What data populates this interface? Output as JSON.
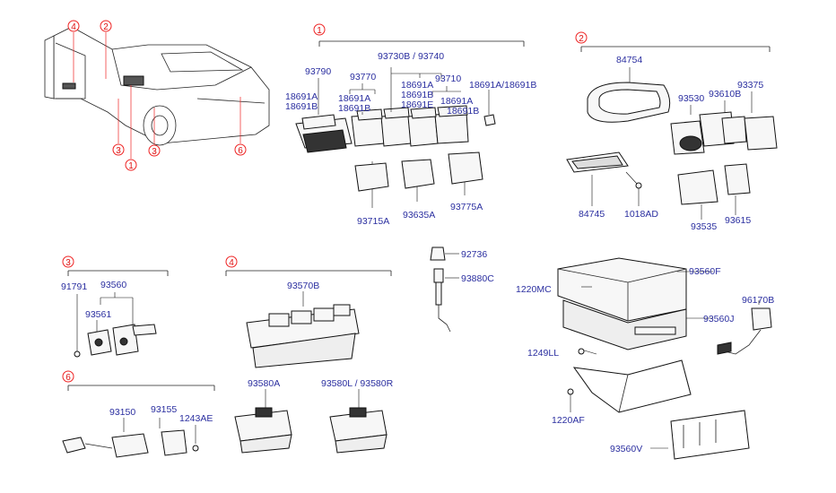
{
  "groups": {
    "g1": "1",
    "g2": "2",
    "g3": "3",
    "g4": "4",
    "g6": "6"
  },
  "car_callouts": {
    "c4": "4",
    "c2": "2",
    "c3a": "3",
    "c1": "1",
    "c3b": "3",
    "c6": "6"
  },
  "part_numbers": {
    "p93790": "93790",
    "p93730b": "93730B / 93740",
    "p93770": "93770",
    "p93710": "93710",
    "p18691a_b_top": "18691A/18691B",
    "p18691a_1": "18691A",
    "p18691b_1": "18691B",
    "p18691a_2": "18691A",
    "p18691b_2": "18691B",
    "p18691a_3": "18691A",
    "p18691b_3": "18691B",
    "p18691e": "18691E",
    "p18691a_4": "18691A",
    "p18691b_4": "18691B",
    "p93715a": "93715A",
    "p93635a": "93635A",
    "p93775a": "93775A",
    "p84754": "84754",
    "p93530": "93530",
    "p93610b": "93610B",
    "p93375": "93375",
    "p84745": "84745",
    "p1018ad": "1018AD",
    "p93535": "93535",
    "p93615": "93615",
    "p91791": "91791",
    "p93560": "93560",
    "p93561": "93561",
    "p93570b": "93570B",
    "p92736": "92736",
    "p93880c": "93880C",
    "p93560f": "93560F",
    "p1220mc": "1220MC",
    "p96170b": "96170B",
    "p93560j": "93560J",
    "p1249ll": "1249LL",
    "p1220af": "1220AF",
    "p93560v": "93560V",
    "p93580a": "93580A",
    "p93580l": "93580L / 93580R",
    "p93150": "93150",
    "p93155": "93155",
    "p1243ae": "1243AE"
  },
  "colors": {
    "part_number_text": "#2b2fa0",
    "group_marker": "#dd2222"
  }
}
